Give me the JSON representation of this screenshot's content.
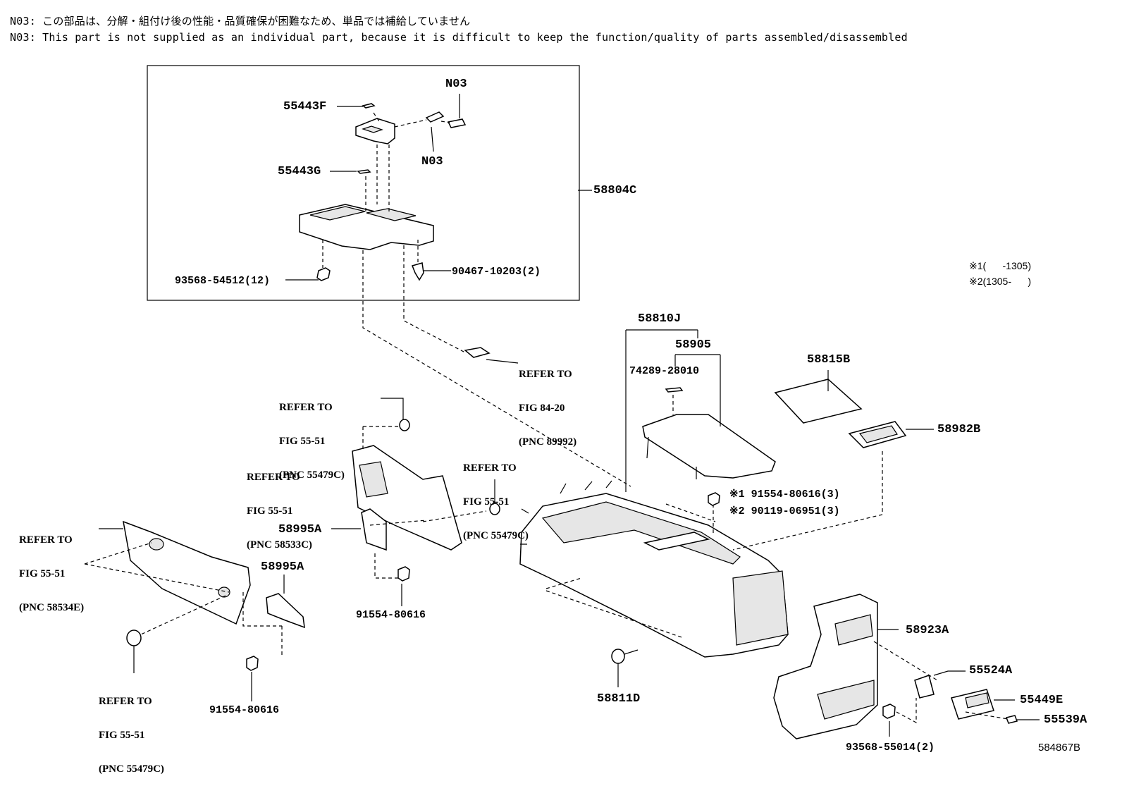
{
  "notes": {
    "jp": "N03: この部品は、分解・組付け後の性能・品質確保が困難なため、単品では補給していません",
    "en": "N03: This part is not supplied as an individual part, because it is difficult to keep the function/quality of parts assembled/disassembled"
  },
  "legend": {
    "line1": "※1(      -1305)",
    "line2": "※2(1305-      )"
  },
  "diagram_id": "584867B",
  "callouts": {
    "p55443F": "55443F",
    "n03_top": "N03",
    "n03_bottom": "N03",
    "p55443G": "55443G",
    "p58804C": "58804C",
    "p93568_54512": "93568-54512(12)",
    "p90467_10203": "90467-10203(2)",
    "p58810J": "58810J",
    "p58905": "58905",
    "p74289_28010": "74289-28010",
    "p58815B": "58815B",
    "p58982B": "58982B",
    "p91554_80616_3": "※1 91554-80616(3)",
    "p90119_06951_3": "※2 90119-06951(3)",
    "p58995A_mid": "58995A",
    "p58995A_left": "58995A",
    "p91554_80616_mid": "91554-80616",
    "p91554_80616_left": "91554-80616",
    "p58811D": "58811D",
    "p58923A": "58923A",
    "p55524A": "55524A",
    "p55449E": "55449E",
    "p55539A": "55539A",
    "p93568_55014": "93568-55014(2)"
  },
  "refs": {
    "fig84_20": [
      "REFER TO",
      "FIG 84-20",
      "(PNC 89992)"
    ],
    "fig55_51_a": [
      "REFER TO",
      "FIG 55-51",
      "(PNC 55479C)"
    ],
    "fig55_51_b": [
      "REFER TO",
      "FIG 55-51",
      "(PNC 58533C)"
    ],
    "fig55_51_c": [
      "REFER TO",
      "FIG 55-51",
      "(PNC 55479C)"
    ],
    "fig55_51_d": [
      "REFER TO",
      "FIG 55-51",
      "(PNC 58534E)"
    ],
    "fig55_51_e": [
      "REFER TO",
      "FIG 55-51",
      "(PNC 55479C)"
    ]
  }
}
